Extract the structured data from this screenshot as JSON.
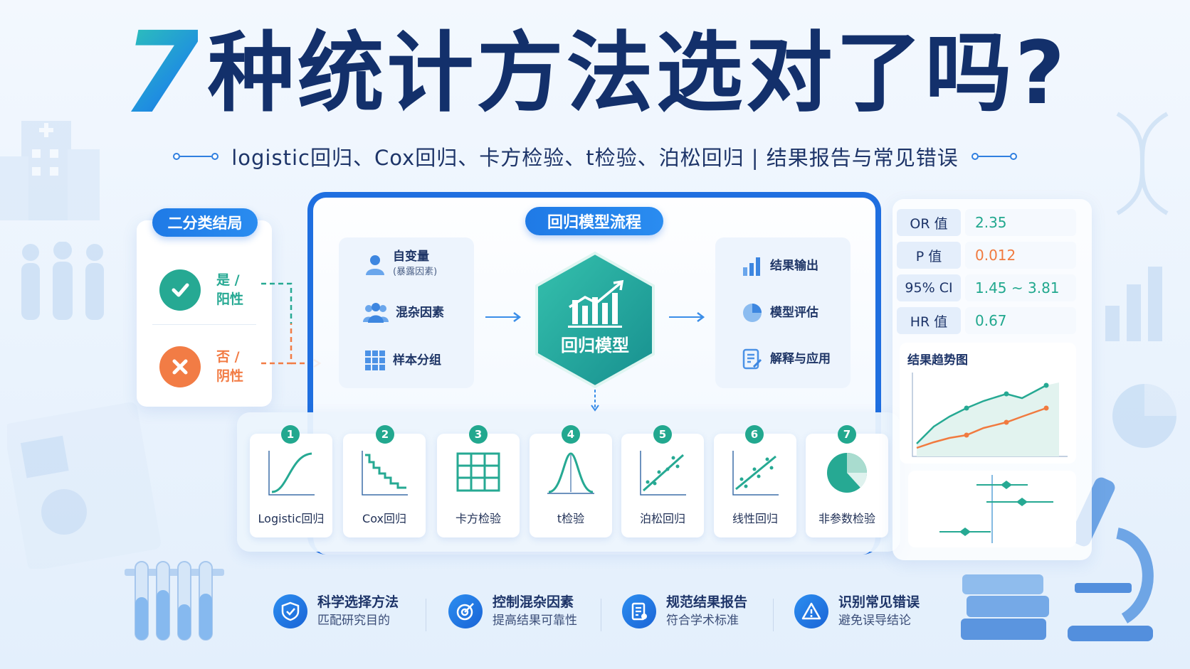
{
  "title": {
    "number": "7",
    "text": "种统计方法选对了吗?"
  },
  "subtitle": "logistic回归、Cox回归、卡方检验、t检验、泊松回归 | 结果报告与常见错误",
  "binary": {
    "label": "二分类结局",
    "positive": {
      "line1": "是 /",
      "line2": "阳性",
      "color": "#26a993"
    },
    "negative": {
      "line1": "否 /",
      "line2": "阴性",
      "color": "#f27c45"
    }
  },
  "flow": {
    "label": "回归模型流程",
    "inputs": [
      {
        "label": "自变量",
        "sub": "(暴露因素)",
        "icon": "person-icon"
      },
      {
        "label": "混杂因素",
        "icon": "group-icon"
      },
      {
        "label": "样本分组",
        "icon": "grid-icon"
      }
    ],
    "model": "回归模型",
    "outputs": [
      {
        "label": "结果输出",
        "icon": "bar-chart-icon"
      },
      {
        "label": "模型评估",
        "icon": "pie-chart-icon"
      },
      {
        "label": "解释与应用",
        "icon": "document-edit-icon"
      }
    ]
  },
  "methods": [
    {
      "num": "1",
      "label": "Logistic回归",
      "icon": "sigmoid-icon"
    },
    {
      "num": "2",
      "label": "Cox回归",
      "icon": "survival-step-icon"
    },
    {
      "num": "3",
      "label": "卡方检验",
      "icon": "contingency-table-icon"
    },
    {
      "num": "4",
      "label": "t检验",
      "icon": "bell-curve-icon"
    },
    {
      "num": "5",
      "label": "泊松回归",
      "icon": "scatter-line-icon"
    },
    {
      "num": "6",
      "label": "线性回归",
      "icon": "linear-scatter-icon"
    },
    {
      "num": "7",
      "label": "非参数检验",
      "icon": "pie-slice-icon"
    }
  ],
  "stats": [
    {
      "key": "OR 值",
      "value": "2.35",
      "color": "#21a88e"
    },
    {
      "key": "P 值",
      "value": "0.012",
      "color": "#f17a3f"
    },
    {
      "key": "95% CI",
      "value": "1.45 ~ 3.81",
      "color": "#21a88e"
    },
    {
      "key": "HR 值",
      "value": "0.67",
      "color": "#21a88e"
    }
  ],
  "trend": {
    "title": "结果趋势图"
  },
  "features": [
    {
      "title": "科学选择方法",
      "sub": "匹配研究目的",
      "icon": "shield-check-icon"
    },
    {
      "title": "控制混杂因素",
      "sub": "提高结果可靠性",
      "icon": "target-icon"
    },
    {
      "title": "规范结果报告",
      "sub": "符合学术标准",
      "icon": "report-icon"
    },
    {
      "title": "识别常见错误",
      "sub": "避免误导结论",
      "icon": "warning-icon"
    }
  ],
  "colors": {
    "primary": "#1f6fe0",
    "teal": "#26a993",
    "orange": "#f27c45",
    "navy": "#13306b"
  }
}
